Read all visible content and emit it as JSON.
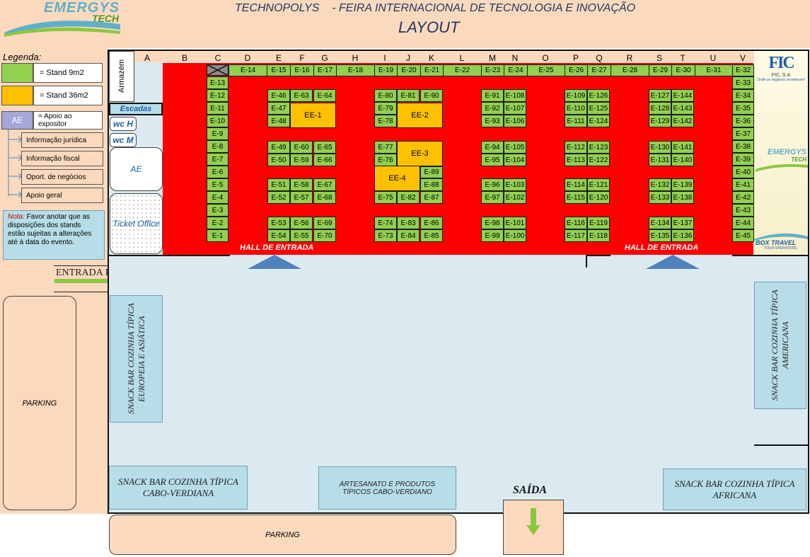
{
  "header": {
    "logo_left_top": "EMERGYS",
    "logo_left_bottom": "TECH",
    "title": "TECHNOPOLYS    - FEIRA INTERNACIONAL DE TECNOLOGIA E INOVAÇÃO",
    "subtitle": "LAYOUT"
  },
  "legend": {
    "title": "Legenda:",
    "stand9": "= Stand 9m2",
    "stand36": "= Stand 36m2",
    "ae_short": "AE",
    "ae_label": "= Apoio ao expositor",
    "sub_items": [
      "Informação jurídica",
      "Informação fiscal",
      "Oport. de negócios",
      "Apoio geral"
    ],
    "note_label": "Nota:",
    "note_text": " Favor anotar que as disposições dos stands estão sujeitas a alterações até à data do evento."
  },
  "columns": [
    "A",
    "B",
    "C",
    "D",
    "E",
    "F",
    "G",
    "H",
    "I",
    "J",
    "K",
    "L",
    "M",
    "N",
    "O",
    "P",
    "Q",
    "R",
    "S",
    "T",
    "U",
    "V"
  ],
  "rooms": {
    "armazem": "Armazém",
    "escadas": "Escadas",
    "wc_h": "wc H",
    "wc_m": "wc M",
    "ae": "AE",
    "ticket": "Ticket Office"
  },
  "hall_left": "HALL DE ENTRADA",
  "hall_right": "HALL DE ENTRADA",
  "entrance": "ENTRADA PARA A EXPOSIÇÃO",
  "parking_left": "PARKING",
  "parking_bottom": "PARKING",
  "exit": "SAÍDA",
  "snack_europe": "SNACK BAR COZINHA TÍPICA EUROPEIA E ASIÁTICA",
  "snack_america": "SNACK BAR COZINHA TÍPICA AMERICANA",
  "snack_cv": "SNACK BAR COZINHA TÍPICA CABO-VERDIANA",
  "artesanato": "ARTESANATO E PRODUTOS TÍPICOS CABO-VERDIANO",
  "snack_africa": "SNACK BAR COZINHA TÍPICA AFRICANA",
  "sponsor_fic_logo": "FIC",
  "sponsor_fic": "FIC, S.A",
  "sponsor_fic_tag": "Onde os negócios acontecem!",
  "sponsor_emergys_top": "EMERGYS",
  "sponsor_emergys_bottom": "TECH",
  "sponsor_boxtravel": "BOX TRAVEL",
  "sponsor_boxtravel_sub": "TOUR OPERATORS",
  "big_stands": [
    "EE-1",
    "EE-2",
    "EE-3",
    "EE-4"
  ],
  "stands_top": [
    "E-14",
    "E-15",
    "E-16",
    "E-17",
    "E-18",
    "E-19",
    "E-20",
    "E-21",
    "E-22",
    "E-23",
    "E-24",
    "E-25",
    "E-26",
    "E-27",
    "E-28",
    "E-29",
    "E-30",
    "E-31",
    "E-32"
  ],
  "stands_left": [
    "E-13",
    "E-12",
    "E-11",
    "E-10",
    "E-9",
    "E-8",
    "E-7",
    "E-6",
    "E-5",
    "E-4",
    "E-3",
    "E-2",
    "E-1"
  ],
  "stands_right": [
    "E-33",
    "E-34",
    "E-35",
    "E-36",
    "E-37",
    "E-38",
    "E-39",
    "E-40",
    "E-41",
    "E-42",
    "E-43",
    "E-44",
    "E-45"
  ],
  "blocks": [
    [
      "E-46",
      "E-63",
      "E-64",
      "E-47",
      "E-48",
      "E-49",
      "E-60",
      "E-65",
      "E-50",
      "E-59",
      "E-66",
      "E-51",
      "E-58",
      "E-67",
      "E-52",
      "E-57",
      "E-68",
      "E-53",
      "E-56",
      "E-69",
      "E-54",
      "E-55",
      "E-70"
    ],
    [
      "E-80",
      "E-81",
      "E-90",
      "E-79",
      "E-78",
      "E-77",
      "E-76",
      "E-89",
      "E-88",
      "E-75",
      "E-82",
      "E-87",
      "E-74",
      "E-83",
      "E-86",
      "E-73",
      "E-84",
      "E-85"
    ],
    [
      "E-91",
      "E-108",
      "E-92",
      "E-107",
      "E-93",
      "E-106",
      "E-94",
      "E-105",
      "E-95",
      "E-104",
      "E-96",
      "E-103",
      "E-97",
      "E-102",
      "E-98",
      "E-101",
      "E-99",
      "E-100"
    ],
    [
      "E-109",
      "E-126",
      "E-110",
      "E-125",
      "E-111",
      "E-124",
      "E-112",
      "E-123",
      "E-113",
      "E-122",
      "E-114",
      "E-121",
      "E-115",
      "E-120",
      "E-116",
      "E-119",
      "E-117",
      "E-118"
    ],
    [
      "E-127",
      "E-144",
      "E-128",
      "E-143",
      "E-129",
      "E-142",
      "E-130",
      "E-141",
      "E-131",
      "E-140",
      "E-132",
      "E-139",
      "E-133",
      "E-138",
      "E-134",
      "E-137",
      "E-135",
      "E-136"
    ]
  ]
}
